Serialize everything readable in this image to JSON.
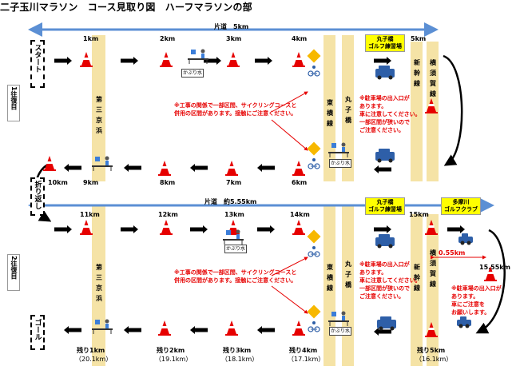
{
  "title": "二子玉川マラソン　コース見取り図　ハーフマラソンの部",
  "sections": {
    "top_label": "片道　5km",
    "bottom_label": "片道　約5.55km",
    "lap1": "1往復目",
    "lap2": "2往復目",
    "start": "スタート",
    "turnaround": "折り返し",
    "goal": "ゴール"
  },
  "row1_km": [
    "1km",
    "2km",
    "3km",
    "4km",
    "5km"
  ],
  "row2_km": [
    "10km",
    "9km",
    "8km",
    "7km",
    "6km"
  ],
  "row3_km": [
    "11km",
    "12km",
    "13km",
    "14km",
    "15km"
  ],
  "row4_remaining": [
    {
      "main": "残り1km",
      "sub": "（20.1km）"
    },
    {
      "main": "残り2km",
      "sub": "（19.1km）"
    },
    {
      "main": "残り3km",
      "sub": "（18.1km）"
    },
    {
      "main": "残り4km",
      "sub": "（17.1km）"
    },
    {
      "main": "残り5km",
      "sub": "（16.1km）"
    }
  ],
  "water_label": "かぶり水",
  "roads": {
    "daisan_keihin": "第三京浜",
    "toyoko": "東横線",
    "marukobashi": "丸子橋",
    "shinkansen": "新幹線",
    "yokosuka": "横須賀線"
  },
  "parking_boxes": {
    "marukobashi_golf": "丸子橋\nゴルフ練習場",
    "tamagawa_golf": "多摩川\nゴルフクラブ"
  },
  "notes": {
    "cycling": "※工事の関係で一部区間、サイクリングコースと\n併用の区間があります。接触にご注意ください。",
    "parking_entrance": "※駐車場の出入口が\nあります。\n車に注意してください。\n一部区間が狭いので\nご注意ください。",
    "parking_entrance_short": "※駐車場の出入口が\nあります。\n車にご注意を\nお願いします。"
  },
  "distances": {
    "extra": "0.55km",
    "turn2": "15.55km"
  },
  "colors": {
    "arrow_blue": "#5b8fd4",
    "road_strip": "#f5e3a6",
    "cone_red": "#e60000",
    "note_red": "#e60000",
    "highlight_yellow": "#ffff00",
    "lap_box": "#ffffff"
  }
}
